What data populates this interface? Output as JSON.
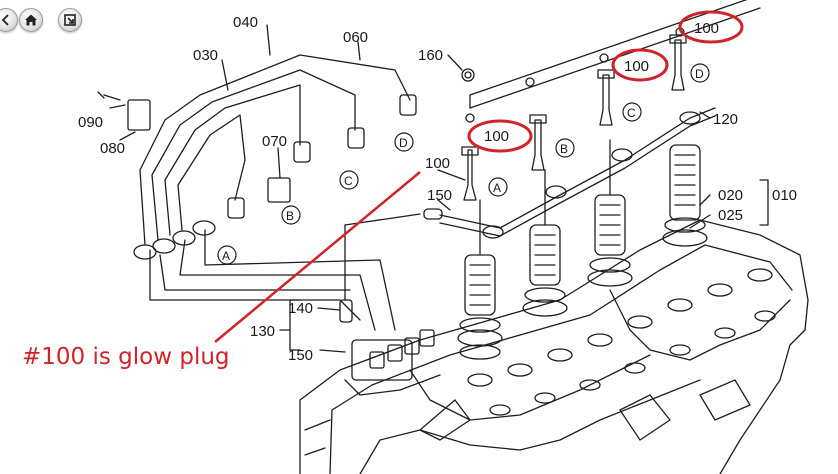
{
  "toolbar": {
    "buttons": [
      {
        "icon": "left-arrow-icon"
      },
      {
        "icon": "home-icon"
      },
      {
        "icon": "expand-icon"
      }
    ]
  },
  "diagram": {
    "part_labels": {
      "p040": "040",
      "p060": "060",
      "p030": "030",
      "p160": "160",
      "p090": "090",
      "p080": "080",
      "p070": "070",
      "p100_leader": "100",
      "p150_top": "150",
      "p120": "120",
      "p020_010": "020",
      "p010": "010",
      "p025": "025",
      "p140": "140",
      "p130": "130",
      "p150_bottom": "150"
    },
    "circled_labels": {
      "c100_top_right": "100",
      "c100_mid": "100",
      "c100_left": "100"
    },
    "connector_letters": {
      "d_top": "D",
      "c_top": "C",
      "b_top": "B",
      "a_top": "A",
      "d_pipe": "D",
      "c_pipe": "C",
      "b_pipe": "B",
      "a_pipe": "A"
    },
    "annotation_color": "#d1232a"
  },
  "annotation": {
    "note": "#100 is glow plug"
  }
}
